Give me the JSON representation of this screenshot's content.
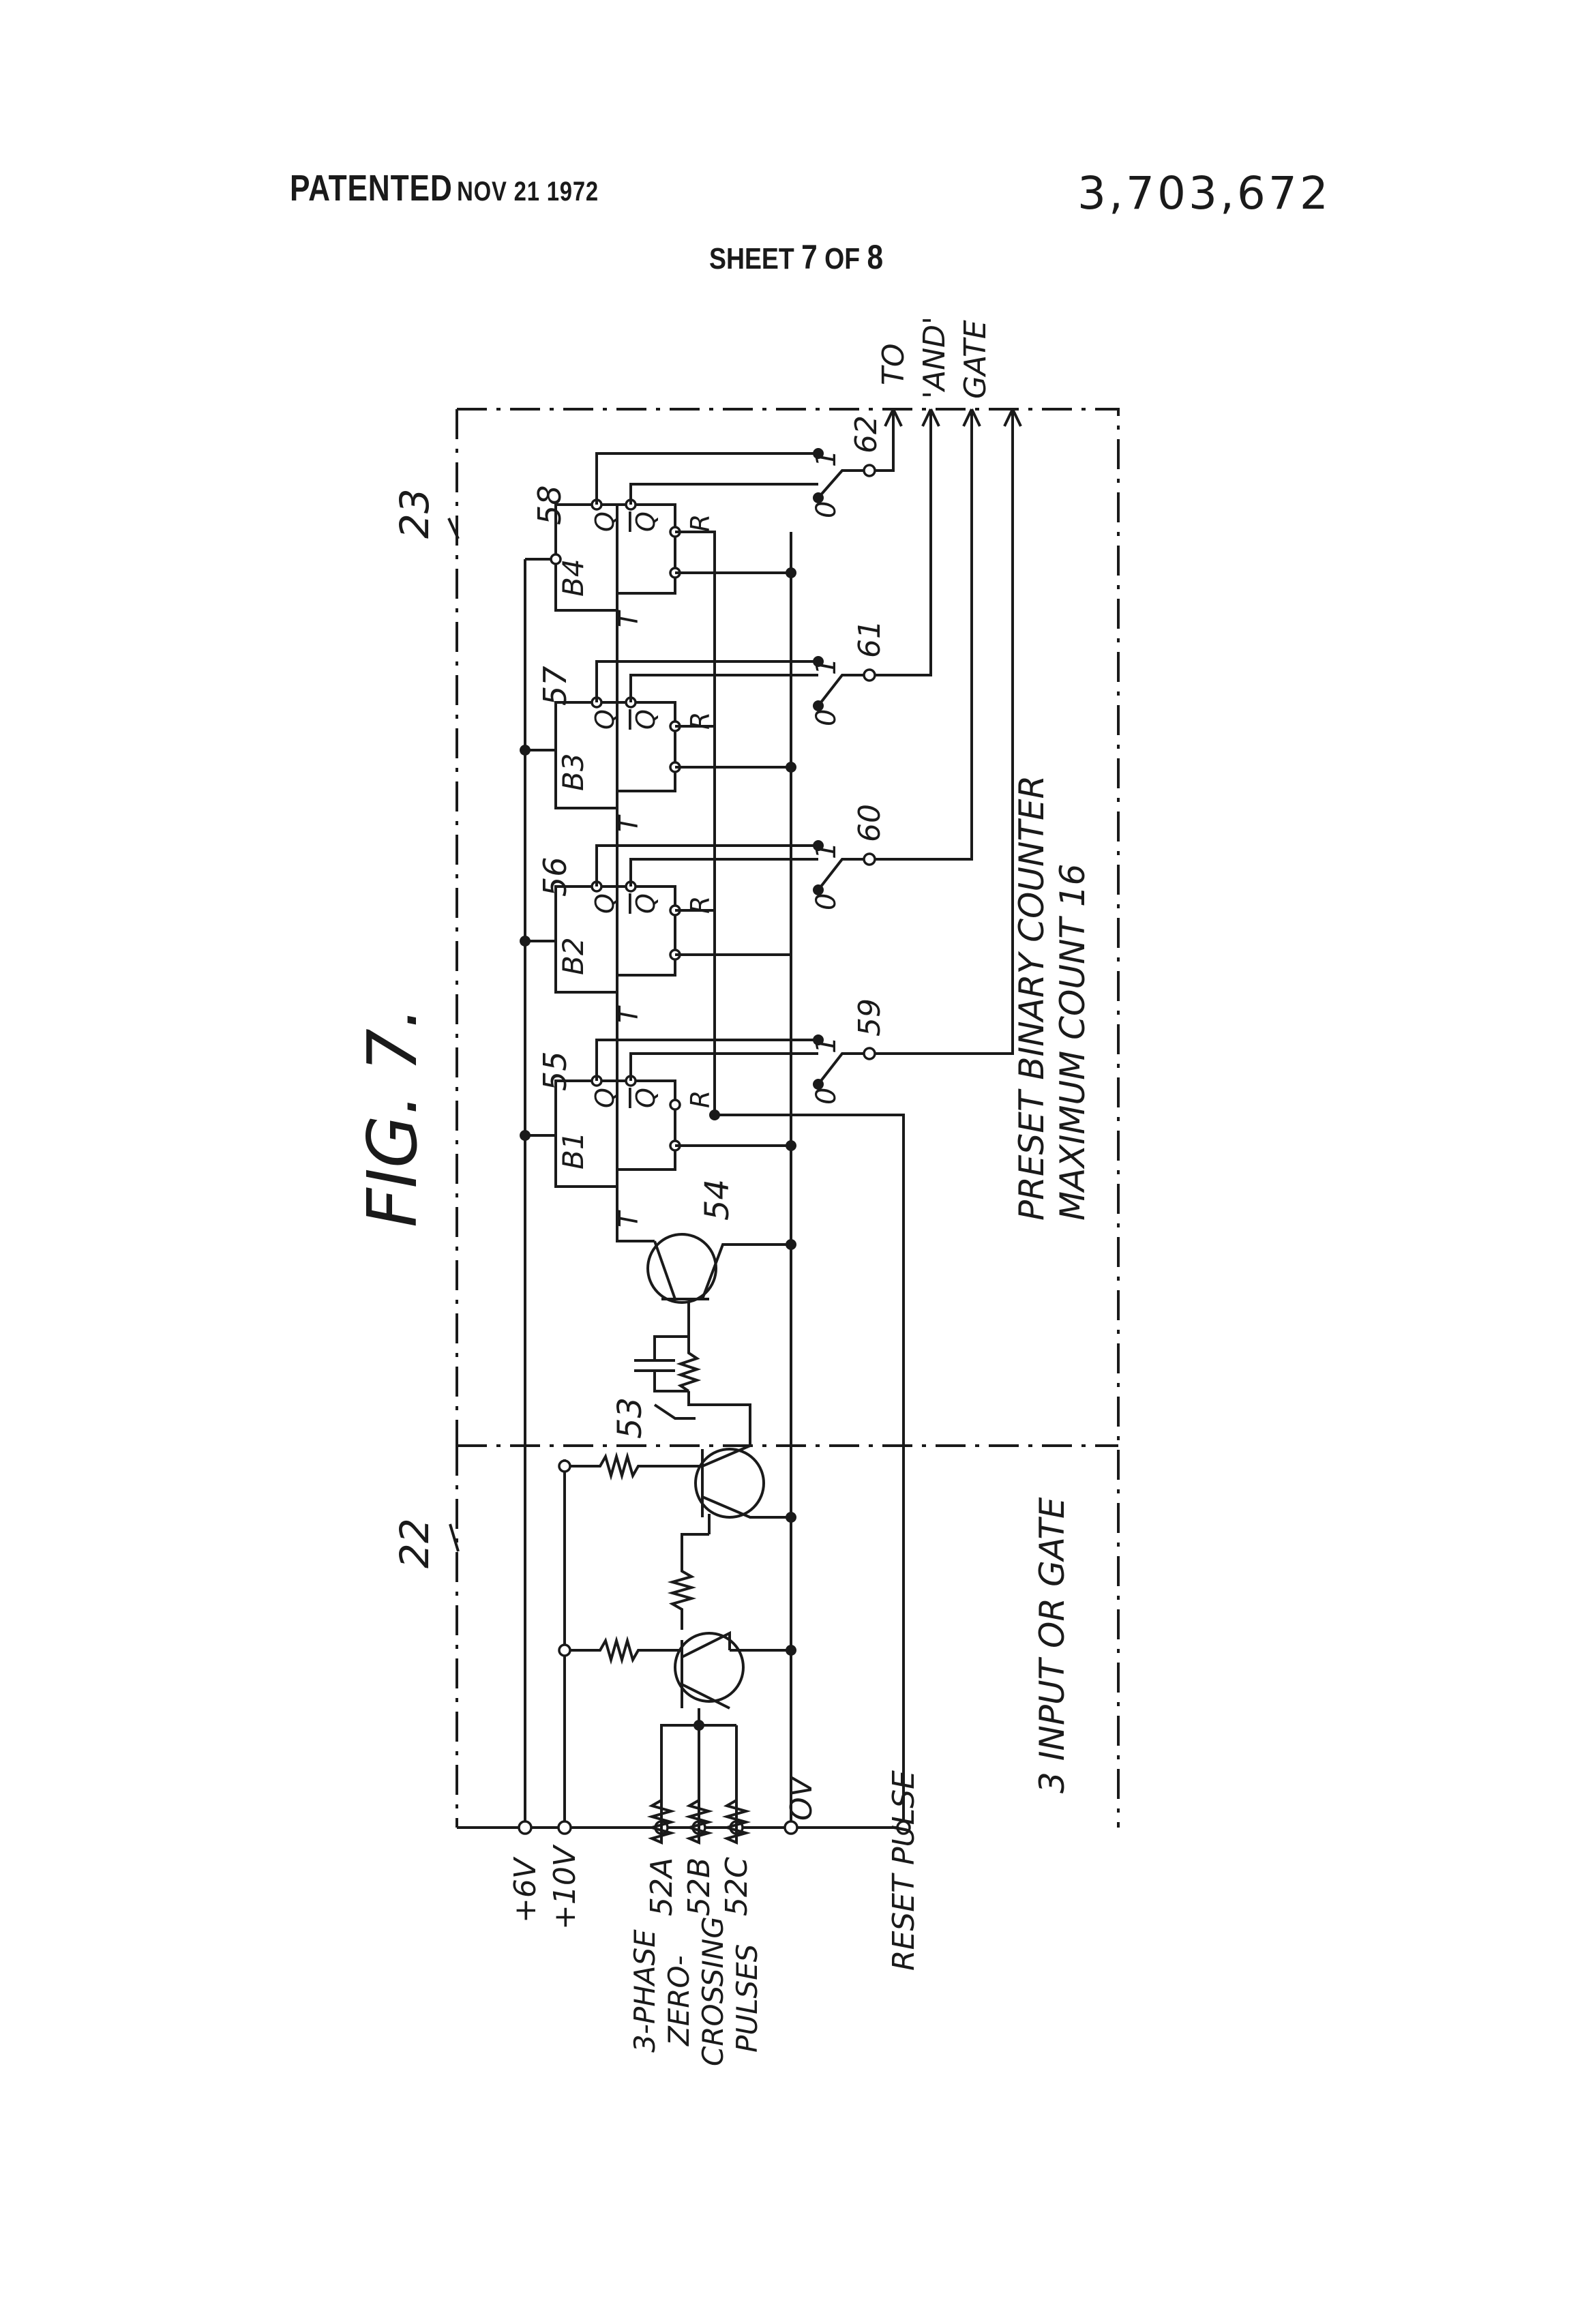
{
  "header": {
    "patented": "PATENTED",
    "date": "NOV 21 1972",
    "patent_number": "3,703,672",
    "sheet": "SHEET",
    "sheet_num": "7",
    "sheet_of": "OF",
    "sheet_total": "8"
  },
  "figure": {
    "title": "FIG. 7.",
    "ref_22": "22",
    "ref_23": "23",
    "ref_53": "53",
    "ref_54": "54",
    "terminals": {
      "v6": "+6V",
      "v10": "+10V",
      "in_a": "52A",
      "in_b": "52B",
      "in_c": "52C",
      "ov": "OV",
      "reset": "RESET PULSE"
    },
    "input_label": [
      "3-PHASE",
      "ZERO-",
      "CROSSING",
      "PULSES"
    ],
    "or_gate_label": "3 INPUT OR GATE",
    "counter_label_1": "PRESET BINARY COUNTER",
    "counter_label_2": "MAXIMUM COUNT 16",
    "to_and_gate": [
      "TO",
      "'AND'",
      "GATE"
    ],
    "flipflops": [
      {
        "ref": "55",
        "name": "B1",
        "switch": "59"
      },
      {
        "ref": "56",
        "name": "B2",
        "switch": "60"
      },
      {
        "ref": "57",
        "name": "B3",
        "switch": "61"
      },
      {
        "ref": "58",
        "name": "B4",
        "switch": "62"
      }
    ],
    "pins": {
      "q": "Q",
      "qbar": "Q",
      "r": "R",
      "t": "T"
    },
    "switch_one": "1",
    "switch_zero": "0"
  }
}
